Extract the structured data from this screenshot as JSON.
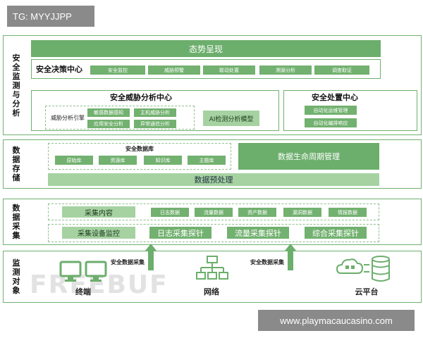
{
  "top_tag": "TG: MYYJJPP",
  "bottom_tag": "www.playmacaucasino.com",
  "watermark": "FREEBUF",
  "colors": {
    "accent": "#6cae6c",
    "light": "#a6d2a2",
    "border": "#6fb06f"
  },
  "sections": {
    "monitor": {
      "label": [
        "安",
        "全",
        "监",
        "测",
        "与",
        "分",
        "析"
      ]
    },
    "storage": {
      "label": [
        "数",
        "据",
        "存",
        "储"
      ]
    },
    "collect": {
      "label": [
        "数",
        "据",
        "采",
        "集"
      ]
    },
    "targets": {
      "label": [
        "监",
        "测",
        "对",
        "象"
      ]
    }
  },
  "monitor": {
    "situation": "态势呈现",
    "decision_center": "安全决策中心",
    "decision_items": [
      "安全监控",
      "威胁预警",
      "联动处置",
      "溯源分析",
      "调查取证"
    ],
    "threat_center": "安全威胁分析中心",
    "engine_label": "威胁分析引擎",
    "engine_items": [
      "敏感数据感知",
      "主机威胁分析",
      "应用安全分析",
      "异常通信分析"
    ],
    "ai_model": "AI检测分析模型",
    "response_center": "安全处置中心",
    "response_items": [
      "自动化运维管理",
      "自动化编排响应"
    ]
  },
  "storage": {
    "db_title": "安全数据库",
    "db_items": [
      "原始库",
      "资源库",
      "知识库",
      "主题库"
    ],
    "lifecycle": "数据生命周期管理",
    "preprocess": "数据预处理"
  },
  "collect": {
    "content_label": "采集内容",
    "content_items": [
      "日志数据",
      "流量数据",
      "资产数据",
      "漏洞数据",
      "情报数据"
    ],
    "device_label": "采集设备监控",
    "probes": [
      "日志采集探针",
      "流量采集探针",
      "综合采集探针"
    ]
  },
  "targets": {
    "arrow_label_1": "安全数据采集",
    "arrow_label_2": "安全数据采集",
    "items": [
      {
        "name": "终端",
        "icon": "monitor-icon"
      },
      {
        "name": "网络",
        "icon": "network-icon"
      },
      {
        "name": "云平台",
        "icon": "cloud-server-icon"
      }
    ]
  }
}
